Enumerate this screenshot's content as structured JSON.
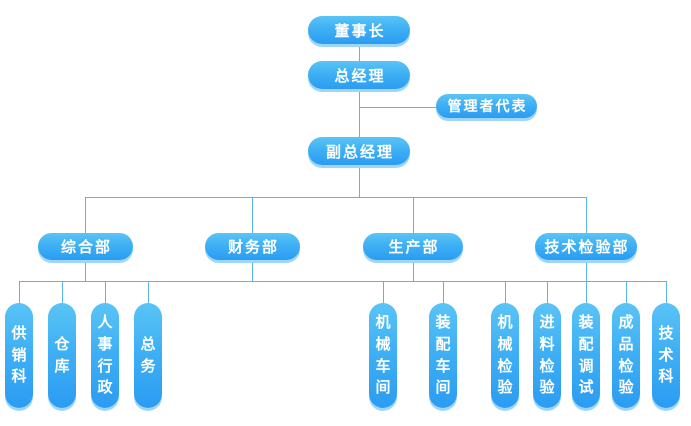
{
  "palette": {
    "node_gradient_top": "#5ac4f6",
    "node_gradient_bottom": "#2b9cf2",
    "node_shadow": "#9dd6f8",
    "connector_line": "#58b6ec",
    "node_text": "#ffffff",
    "background": "#ffffff"
  },
  "org_chart": {
    "nodes": {
      "chairman": {
        "label": "董事长"
      },
      "general_manager": {
        "label": "总经理"
      },
      "management_representative": {
        "label": "管理者代表"
      },
      "deputy_general_manager": {
        "label": "副总经理"
      },
      "dept_general": {
        "label": "综合部"
      },
      "dept_finance": {
        "label": "财务部"
      },
      "dept_production": {
        "label": "生产部"
      },
      "dept_tech_inspection": {
        "label": "技术检验部"
      },
      "supply_sales_section": {
        "label": "供销科"
      },
      "warehouse": {
        "label": "仓库"
      },
      "hr_admin": {
        "label": "人事行政"
      },
      "general_affairs": {
        "label": "总务"
      },
      "machinery_workshop": {
        "label": "机械车间"
      },
      "assembly_workshop": {
        "label": "装配车间"
      },
      "machinery_inspection": {
        "label": "机械检验"
      },
      "incoming_inspection": {
        "label": "进料检验"
      },
      "assembly_debugging": {
        "label": "装配调试"
      },
      "finished_product_inspection": {
        "label": "成品检验"
      },
      "technical_section": {
        "label": "技术科"
      }
    }
  }
}
